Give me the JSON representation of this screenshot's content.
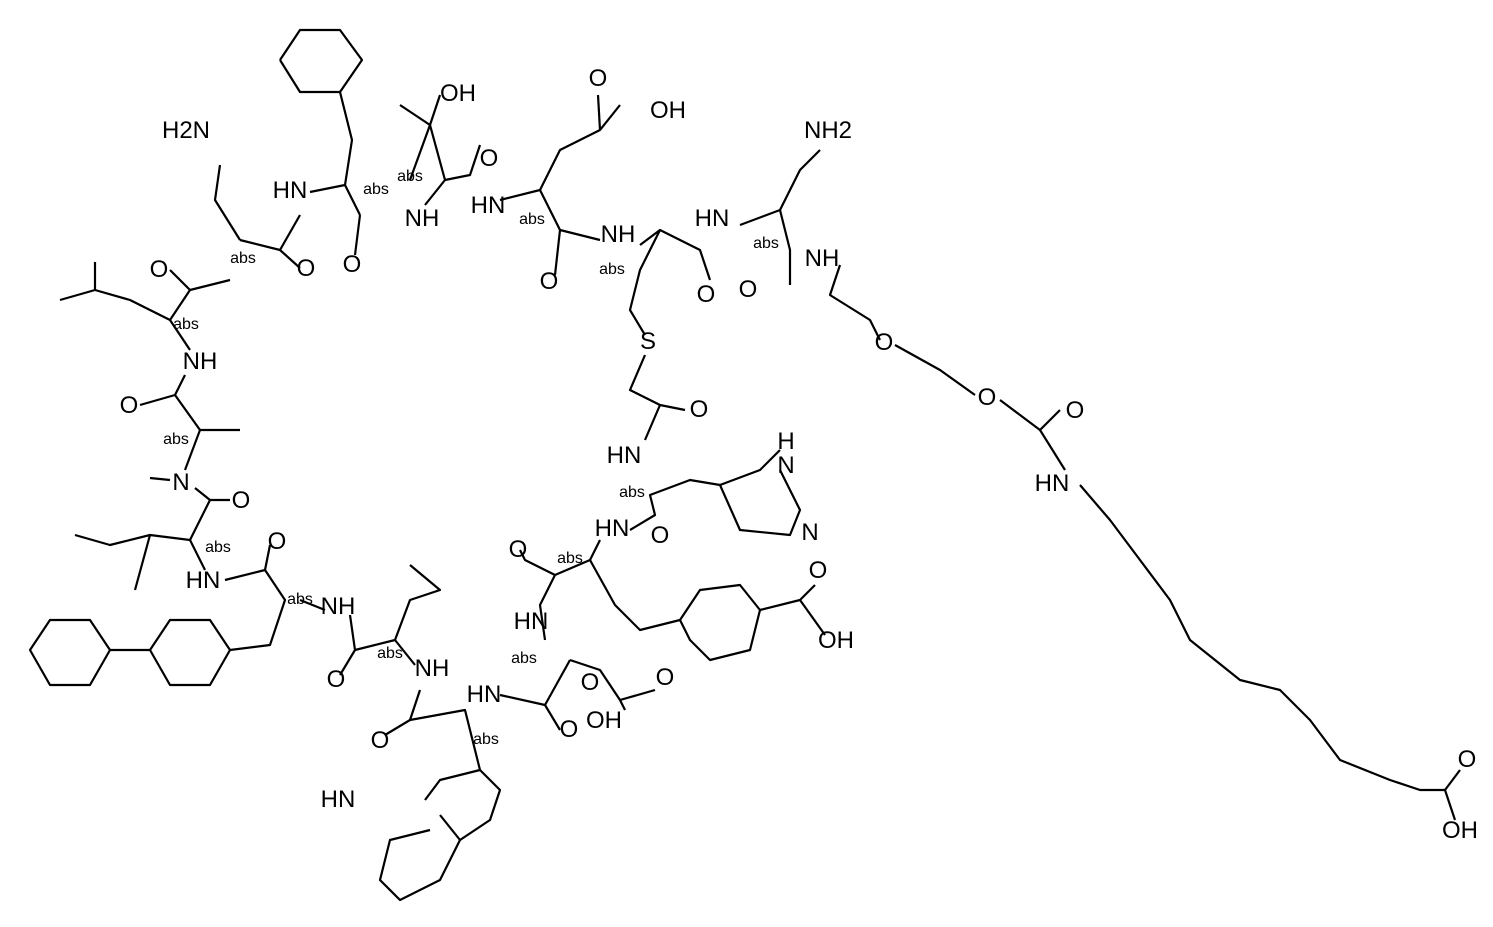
{
  "diagram": {
    "type": "chemical-structure",
    "stereo_label": "abs",
    "atom_labels": [
      "OH",
      "O",
      "OH",
      "H2N",
      "NH2",
      "HN",
      "NH",
      "HN",
      "NH",
      "HN",
      "NH",
      "O",
      "O",
      "O",
      "O",
      "O",
      "O",
      "O",
      "NH",
      "O",
      "O",
      "N",
      "O",
      "HN",
      "O",
      "NH",
      "O",
      "NH",
      "O",
      "HN",
      "O",
      "HN",
      "S",
      "O",
      "HN",
      "H",
      "N",
      "N",
      "HN",
      "O",
      "O",
      "HN",
      "O",
      "OH",
      "O",
      "OH",
      "O",
      "O",
      "O",
      "HN",
      "O",
      "OH"
    ]
  }
}
